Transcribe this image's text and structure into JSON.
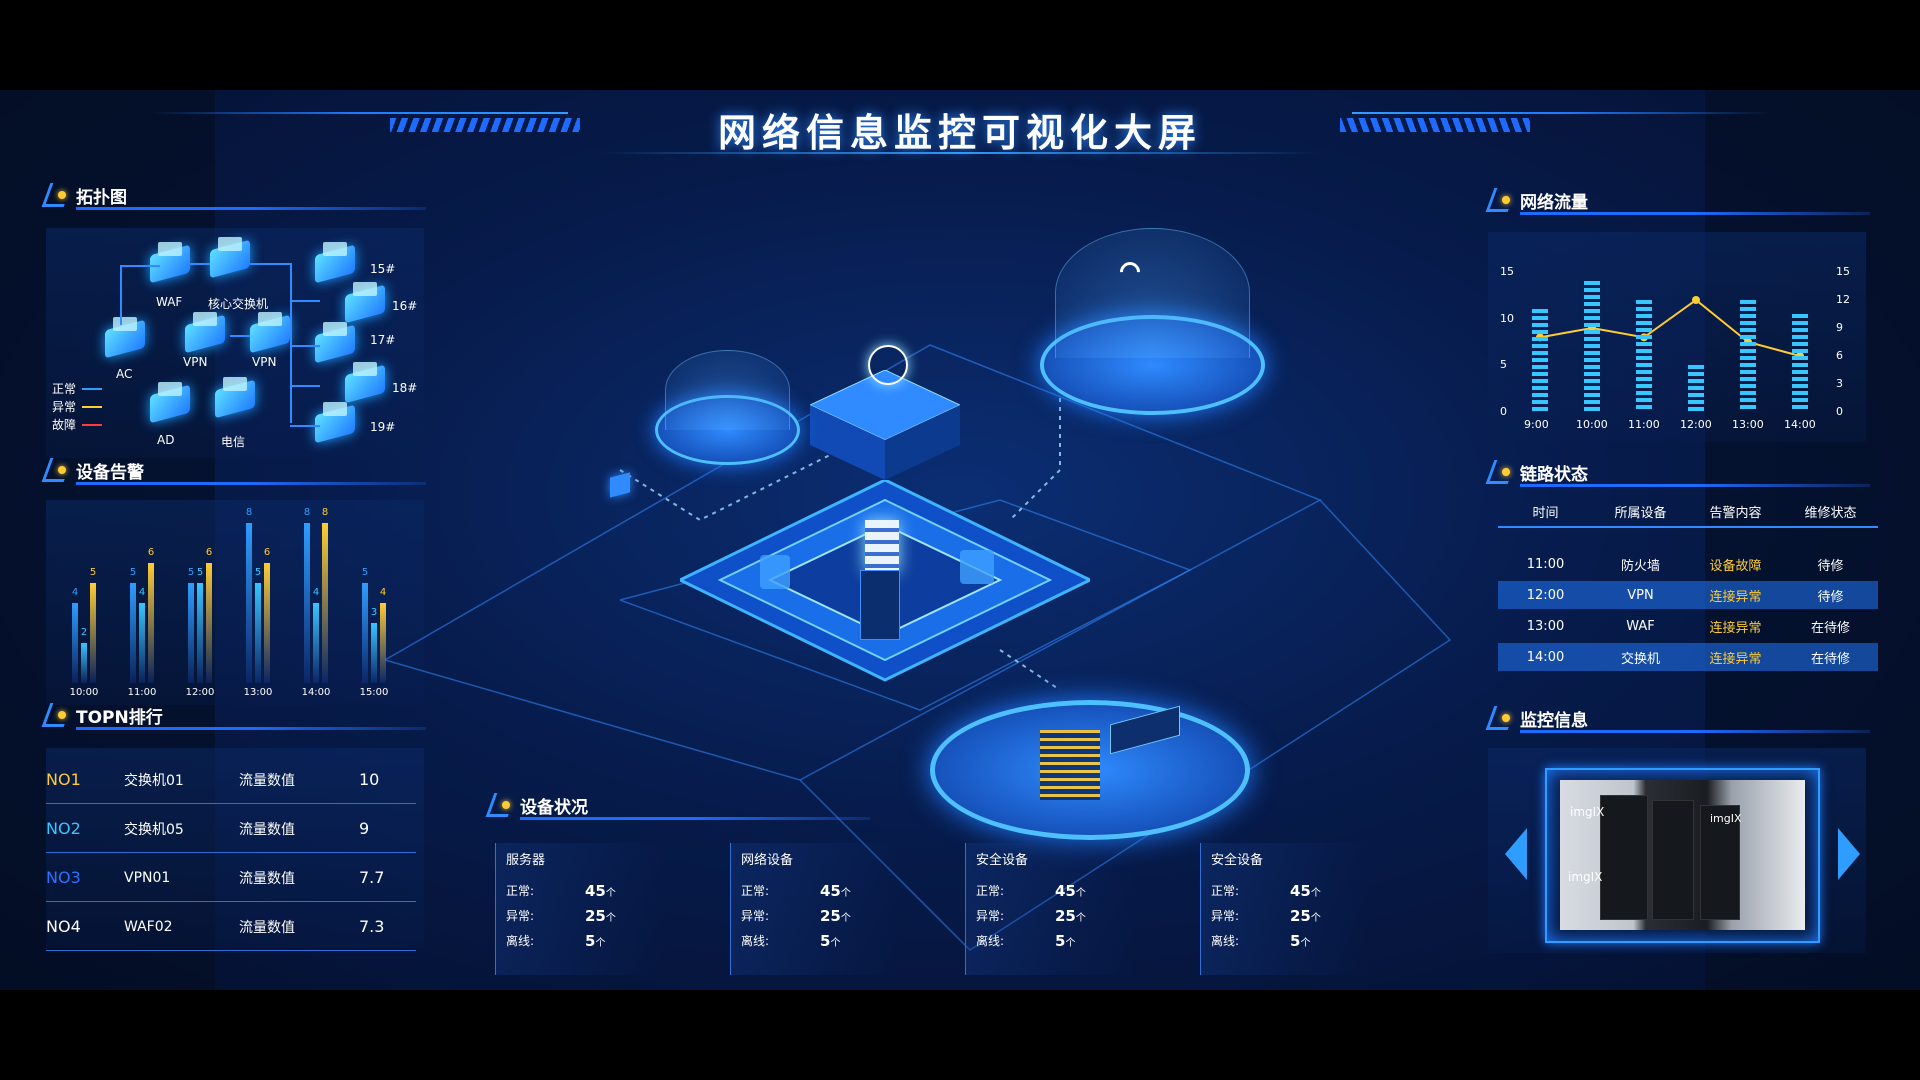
{
  "header": {
    "title": "网络信息监控可视化大屏"
  },
  "topology": {
    "title": "拓扑图",
    "nodes": [
      "WAF",
      "核心交换机",
      "AC",
      "VPN",
      "VPN",
      "AD",
      "电信",
      "15#",
      "16#",
      "17#",
      "18#",
      "19#"
    ],
    "legend": [
      {
        "label": "正常",
        "color": "#2f9dff"
      },
      {
        "label": "异常",
        "color": "#ffcc33"
      },
      {
        "label": "故障",
        "color": "#ff3b3b"
      }
    ]
  },
  "alarm": {
    "title": "设备告警",
    "chart_data": {
      "type": "bar",
      "categories": [
        "10:00",
        "11:00",
        "12:00",
        "13:00",
        "14:00",
        "15:00"
      ],
      "series": [
        {
          "values": [
            4,
            5,
            5,
            8,
            8,
            5
          ],
          "color": "#2f9dff"
        },
        {
          "values": [
            2,
            4,
            5,
            5,
            4,
            3
          ],
          "color": "#38c6ff"
        },
        {
          "values": [
            5,
            6,
            6,
            6,
            8,
            4
          ],
          "color": "#ffcc33"
        }
      ]
    }
  },
  "topn": {
    "title": "TOPN排行",
    "rows": [
      {
        "no": "NO1",
        "name": "交换机01",
        "metric": "流量数值",
        "value": "10",
        "color": "#ffcc33"
      },
      {
        "no": "NO2",
        "name": "交换机05",
        "metric": "流量数值",
        "value": "9",
        "color": "#38c6ff"
      },
      {
        "no": "NO3",
        "name": "VPN01",
        "metric": "流量数值",
        "value": "7.7",
        "color": "#2f6fff"
      },
      {
        "no": "NO4",
        "name": "WAF02",
        "metric": "流量数值",
        "value": "7.3",
        "color": "#ffffff"
      }
    ]
  },
  "device_status": {
    "title": "设备状况",
    "columns": [
      {
        "name": "服务器",
        "rows": [
          {
            "k": "正常:",
            "v": "45",
            "u": "个"
          },
          {
            "k": "异常:",
            "v": "25",
            "u": "个"
          },
          {
            "k": "离线:",
            "v": "5",
            "u": "个"
          }
        ]
      },
      {
        "name": "网络设备",
        "rows": [
          {
            "k": "正常:",
            "v": "45",
            "u": "个"
          },
          {
            "k": "异常:",
            "v": "25",
            "u": "个"
          },
          {
            "k": "离线:",
            "v": "5",
            "u": "个"
          }
        ]
      },
      {
        "name": "安全设备",
        "rows": [
          {
            "k": "正常:",
            "v": "45",
            "u": "个"
          },
          {
            "k": "异常:",
            "v": "25",
            "u": "个"
          },
          {
            "k": "离线:",
            "v": "5",
            "u": "个"
          }
        ]
      },
      {
        "name": "安全设备",
        "rows": [
          {
            "k": "正常:",
            "v": "45",
            "u": "个"
          },
          {
            "k": "异常:",
            "v": "25",
            "u": "个"
          },
          {
            "k": "离线:",
            "v": "5",
            "u": "个"
          }
        ]
      }
    ]
  },
  "traffic": {
    "title": "网络流量",
    "chart_data": {
      "type": "bar",
      "categories": [
        "9:00",
        "10:00",
        "11:00",
        "12:00",
        "13:00",
        "14:00"
      ],
      "bars": [
        11,
        14,
        12,
        5,
        12,
        10.5
      ],
      "line": [
        8,
        9,
        8,
        12,
        7.5,
        6
      ],
      "ylim_left": [
        0,
        15
      ],
      "yticks_left": [
        0,
        5,
        10,
        15
      ],
      "yticks_right": [
        0,
        3,
        6,
        9,
        12,
        15
      ],
      "bar_color": "#38c6ff",
      "line_color": "#ffcc33"
    }
  },
  "link_status": {
    "title": "链路状态",
    "headers": [
      "时间",
      "所属设备",
      "告警内容",
      "维修状态"
    ],
    "rows": [
      {
        "time": "11:00",
        "device": "防火墙",
        "alert": "设备故障",
        "status": "待修",
        "hl": false
      },
      {
        "time": "12:00",
        "device": "VPN",
        "alert": "连接异常",
        "status": "待修",
        "hl": true
      },
      {
        "time": "13:00",
        "device": "WAF",
        "alert": "连接异常",
        "status": "在待修",
        "hl": false
      },
      {
        "time": "14:00",
        "device": "交换机",
        "alert": "连接异常",
        "status": "在待修",
        "hl": true
      }
    ]
  },
  "monitor": {
    "title": "监控信息",
    "watermark": "imgIX"
  },
  "colors": {
    "accent": "#2f8bff",
    "highlight": "#ffcc33",
    "bg": "#071c4d"
  }
}
